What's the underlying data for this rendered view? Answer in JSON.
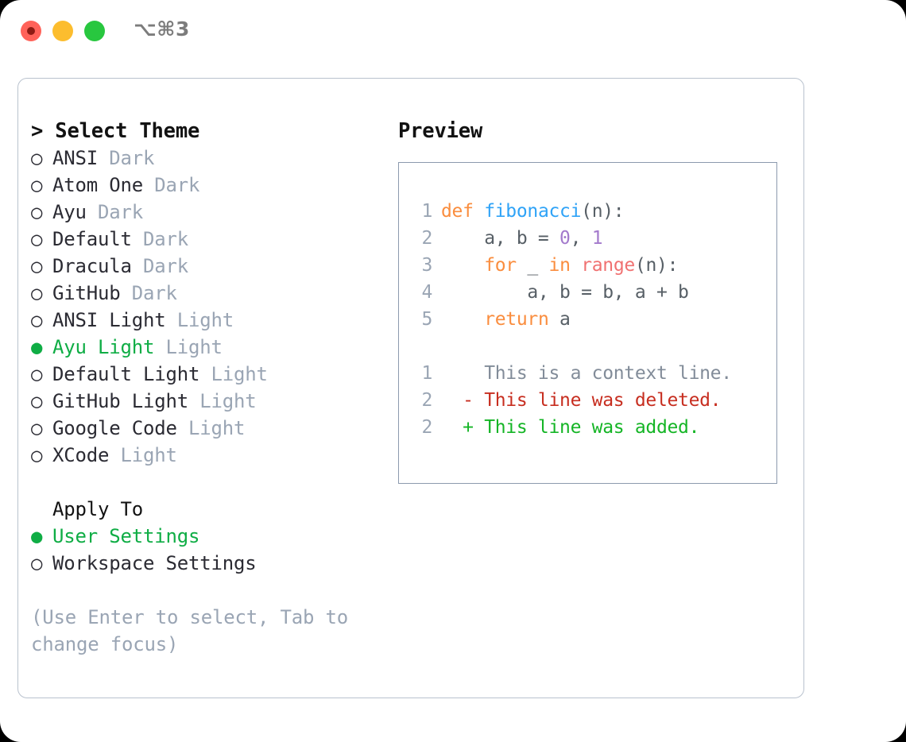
{
  "titlebar": {
    "shortcut": "⌥⌘3",
    "buttons": [
      {
        "name": "close",
        "color": "#FF6259"
      },
      {
        "name": "minimize",
        "color": "#FCBD2E"
      },
      {
        "name": "maximize",
        "color": "#28C73F"
      }
    ]
  },
  "theme_section": {
    "title": "> Select Theme",
    "items": [
      {
        "marker": "○",
        "label": "ANSI",
        "suffix": " Dark",
        "selected": false
      },
      {
        "marker": "○",
        "label": "Atom One",
        "suffix": " Dark",
        "selected": false
      },
      {
        "marker": "○",
        "label": "Ayu",
        "suffix": " Dark",
        "selected": false
      },
      {
        "marker": "○",
        "label": "Default",
        "suffix": " Dark",
        "selected": false
      },
      {
        "marker": "○",
        "label": "Dracula",
        "suffix": " Dark",
        "selected": false
      },
      {
        "marker": "○",
        "label": "GitHub",
        "suffix": " Dark",
        "selected": false
      },
      {
        "marker": "○",
        "label": "ANSI Light",
        "suffix": " Light",
        "selected": false
      },
      {
        "marker": "●",
        "label": "Ayu Light",
        "suffix": " Light",
        "selected": true
      },
      {
        "marker": "○",
        "label": "Default Light",
        "suffix": " Light",
        "selected": false
      },
      {
        "marker": "○",
        "label": "GitHub Light",
        "suffix": " Light",
        "selected": false
      },
      {
        "marker": "○",
        "label": "Google Code",
        "suffix": " Light",
        "selected": false
      },
      {
        "marker": "○",
        "label": "XCode",
        "suffix": " Light",
        "selected": false
      }
    ]
  },
  "apply_section": {
    "title": "Apply To",
    "items": [
      {
        "marker": "●",
        "label": "User Settings",
        "selected": true
      },
      {
        "marker": "○",
        "label": "Workspace Settings",
        "selected": false
      }
    ]
  },
  "hint": "(Use Enter to select, Tab to change focus)",
  "preview": {
    "title": "Preview",
    "code_lines": [
      {
        "number": "1",
        "tokens": [
          {
            "text": "def ",
            "cls": "t-kw"
          },
          {
            "text": "fibonacci",
            "cls": "t-fn"
          },
          {
            "text": "(n):",
            "cls": "t-punc"
          }
        ]
      },
      {
        "number": "2",
        "tokens": [
          {
            "text": "    a, b = ",
            "cls": "t-var"
          },
          {
            "text": "0",
            "cls": "t-num"
          },
          {
            "text": ", ",
            "cls": "t-punc"
          },
          {
            "text": "1",
            "cls": "t-num"
          }
        ]
      },
      {
        "number": "3",
        "tokens": [
          {
            "text": "    ",
            "cls": "t-var"
          },
          {
            "text": "for",
            "cls": "t-kw"
          },
          {
            "text": " _ ",
            "cls": "t-var"
          },
          {
            "text": "in",
            "cls": "t-kw"
          },
          {
            "text": " ",
            "cls": "t-var"
          },
          {
            "text": "range",
            "cls": "t-bi"
          },
          {
            "text": "(n):",
            "cls": "t-punc"
          }
        ]
      },
      {
        "number": "4",
        "tokens": [
          {
            "text": "        a, b = b, a + b",
            "cls": "t-var"
          }
        ]
      },
      {
        "number": "5",
        "tokens": [
          {
            "text": "    ",
            "cls": "t-var"
          },
          {
            "text": "return",
            "cls": "t-kw"
          },
          {
            "text": " a",
            "cls": "t-var"
          }
        ]
      }
    ],
    "diff_lines": [
      {
        "number": "1",
        "marker": "  ",
        "text": "This is a context line.",
        "cls": "t-ctx"
      },
      {
        "number": "2",
        "marker": "- ",
        "text": "This line was deleted.",
        "cls": "t-del"
      },
      {
        "number": "2",
        "marker": "+ ",
        "text": "This line was added.",
        "cls": "t-add"
      }
    ]
  },
  "colors": {
    "accent_green": "#0FAD45",
    "muted": "#9AA5B4",
    "keyword": "#FA8D3E",
    "function": "#2FA3F7",
    "number": "#A37ACC",
    "builtin": "#F07171",
    "diff_added": "#15B526",
    "diff_deleted": "#C72E20",
    "border": "#B9C2CE",
    "code_border": "#8C9AAE"
  }
}
